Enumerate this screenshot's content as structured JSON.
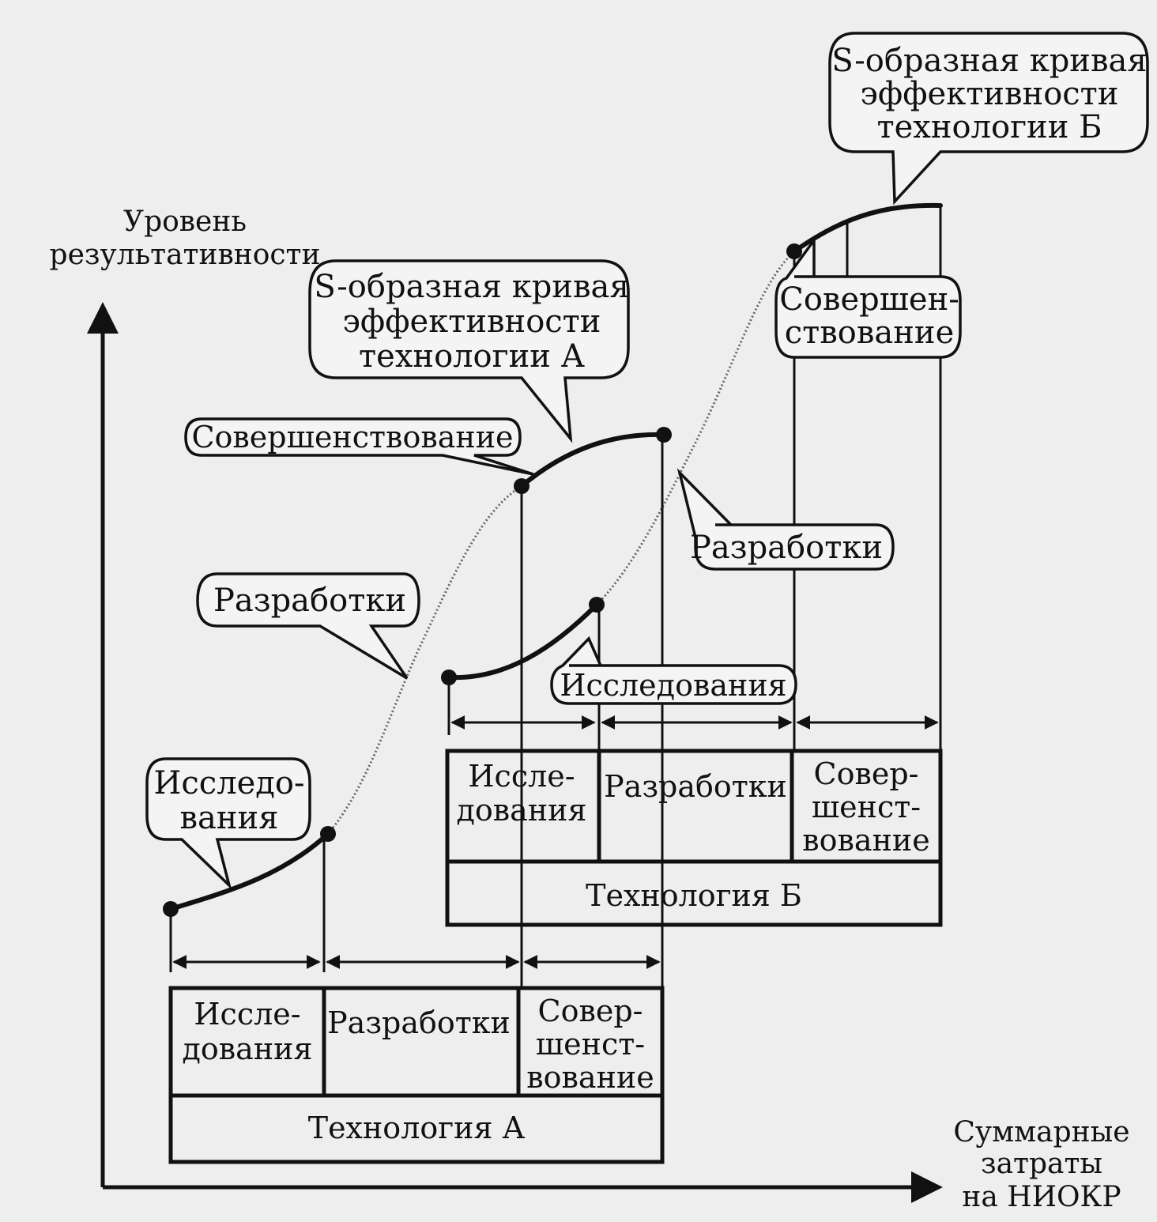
{
  "axes": {
    "y_label": [
      "Уровень",
      "результативности"
    ],
    "x_label": [
      "Суммарные",
      "затраты",
      "на НИОКР"
    ]
  },
  "curve_a": {
    "callout": [
      "S-образная кривая",
      "эффективности",
      "технологии А"
    ],
    "research": [
      "Исследо-",
      "вания"
    ],
    "development": "Разработки",
    "improvement": "Совершенствование"
  },
  "curve_b": {
    "callout": [
      "S-образная кривая",
      "эффективности",
      "технологии Б"
    ],
    "research": "Исследования",
    "development": "Разработки",
    "improvement": [
      "Совершен-",
      "ствование"
    ]
  },
  "table_a": {
    "research": [
      "Иссле-",
      "дования"
    ],
    "development": "Разработки",
    "improvement": [
      "Совер-",
      "шенст-",
      "вование"
    ],
    "title": "Технология А"
  },
  "table_b": {
    "research": [
      "Иссле-",
      "дования"
    ],
    "development": "Разработки",
    "improvement": [
      "Совер-",
      "шенст-",
      "вование"
    ],
    "title": "Технология Б"
  }
}
